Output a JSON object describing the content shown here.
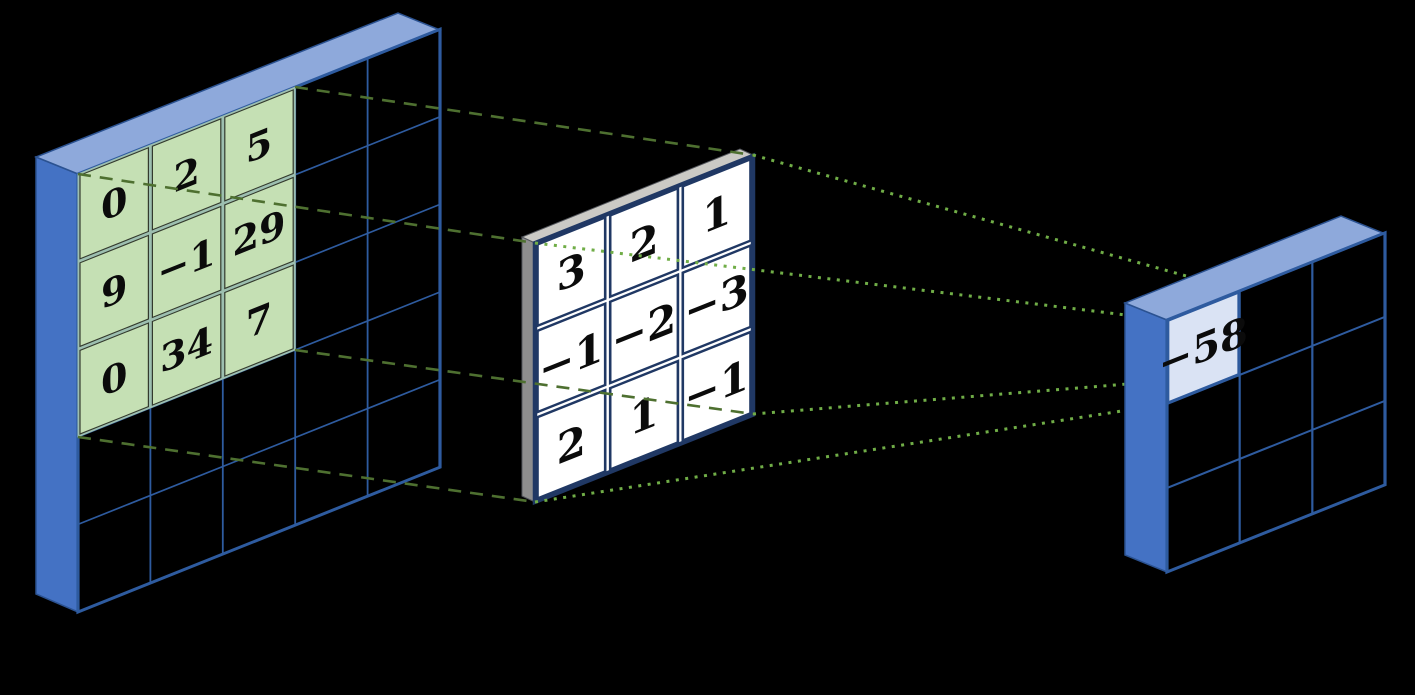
{
  "input_grid": {
    "rows": 5,
    "cols": 5,
    "highlighted_region": {
      "rows": 3,
      "cols": 3,
      "position": "top-left"
    },
    "values": [
      [
        "0",
        "2",
        "5"
      ],
      [
        "9",
        "−1",
        "29"
      ],
      [
        "0",
        "34",
        "7"
      ]
    ]
  },
  "kernel_grid": {
    "rows": 3,
    "cols": 3,
    "values": [
      [
        "3",
        "2",
        "1"
      ],
      [
        "−1",
        "−2",
        "−3"
      ],
      [
        "2",
        "1",
        "−1"
      ]
    ]
  },
  "output_grid": {
    "rows": 3,
    "cols": 3,
    "highlighted_cell": {
      "row": 0,
      "col": 0,
      "value": "−58"
    }
  },
  "colors": {
    "background": "#000000",
    "slab_front_blue": "#4472C4",
    "slab_top_blue": "#8EA9DB",
    "grid_line_blue": "#2E5B9F",
    "input_highlight_green": "#C5E0B4",
    "highlight_gap_teal": "#9DBFB0",
    "output_highlight_blue": "#DAE3F4",
    "kernel_border_navy": "#203864",
    "kernel_slab_gray_front": "#8E8E8E",
    "kernel_slab_gray_top": "#CBCAC5",
    "dashed_mapping_green": "#4E7030",
    "dotted_projection_green": "#70AD47"
  }
}
